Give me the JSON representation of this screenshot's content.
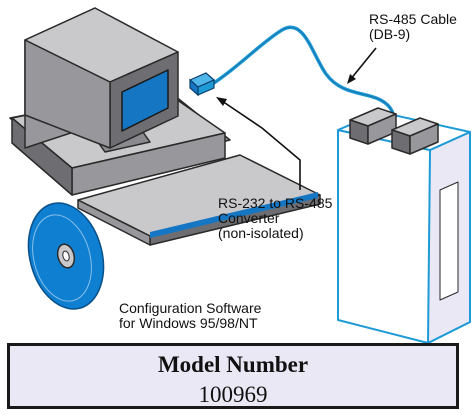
{
  "labels": {
    "cable": "RS-485 Cable\n(DB-9)",
    "converter": "RS-232 to RS-485\nConverter\n(non-isolated)",
    "software": "Configuration Software\nfor Windows 95/98/NT"
  },
  "model": {
    "title": "Model Number",
    "number": "100969"
  },
  "colors": {
    "cable": "#1e9ad6",
    "screen": "#1577c4",
    "disk": "#0f7fd1",
    "gray_light": "#c9c9cc",
    "gray_mid": "#98989c",
    "gray_dark": "#6e6e72",
    "box_fill": "#e9e8f4"
  },
  "icons": [
    "computer-icon",
    "cd-disk-icon",
    "converter-icon",
    "module-icon"
  ]
}
